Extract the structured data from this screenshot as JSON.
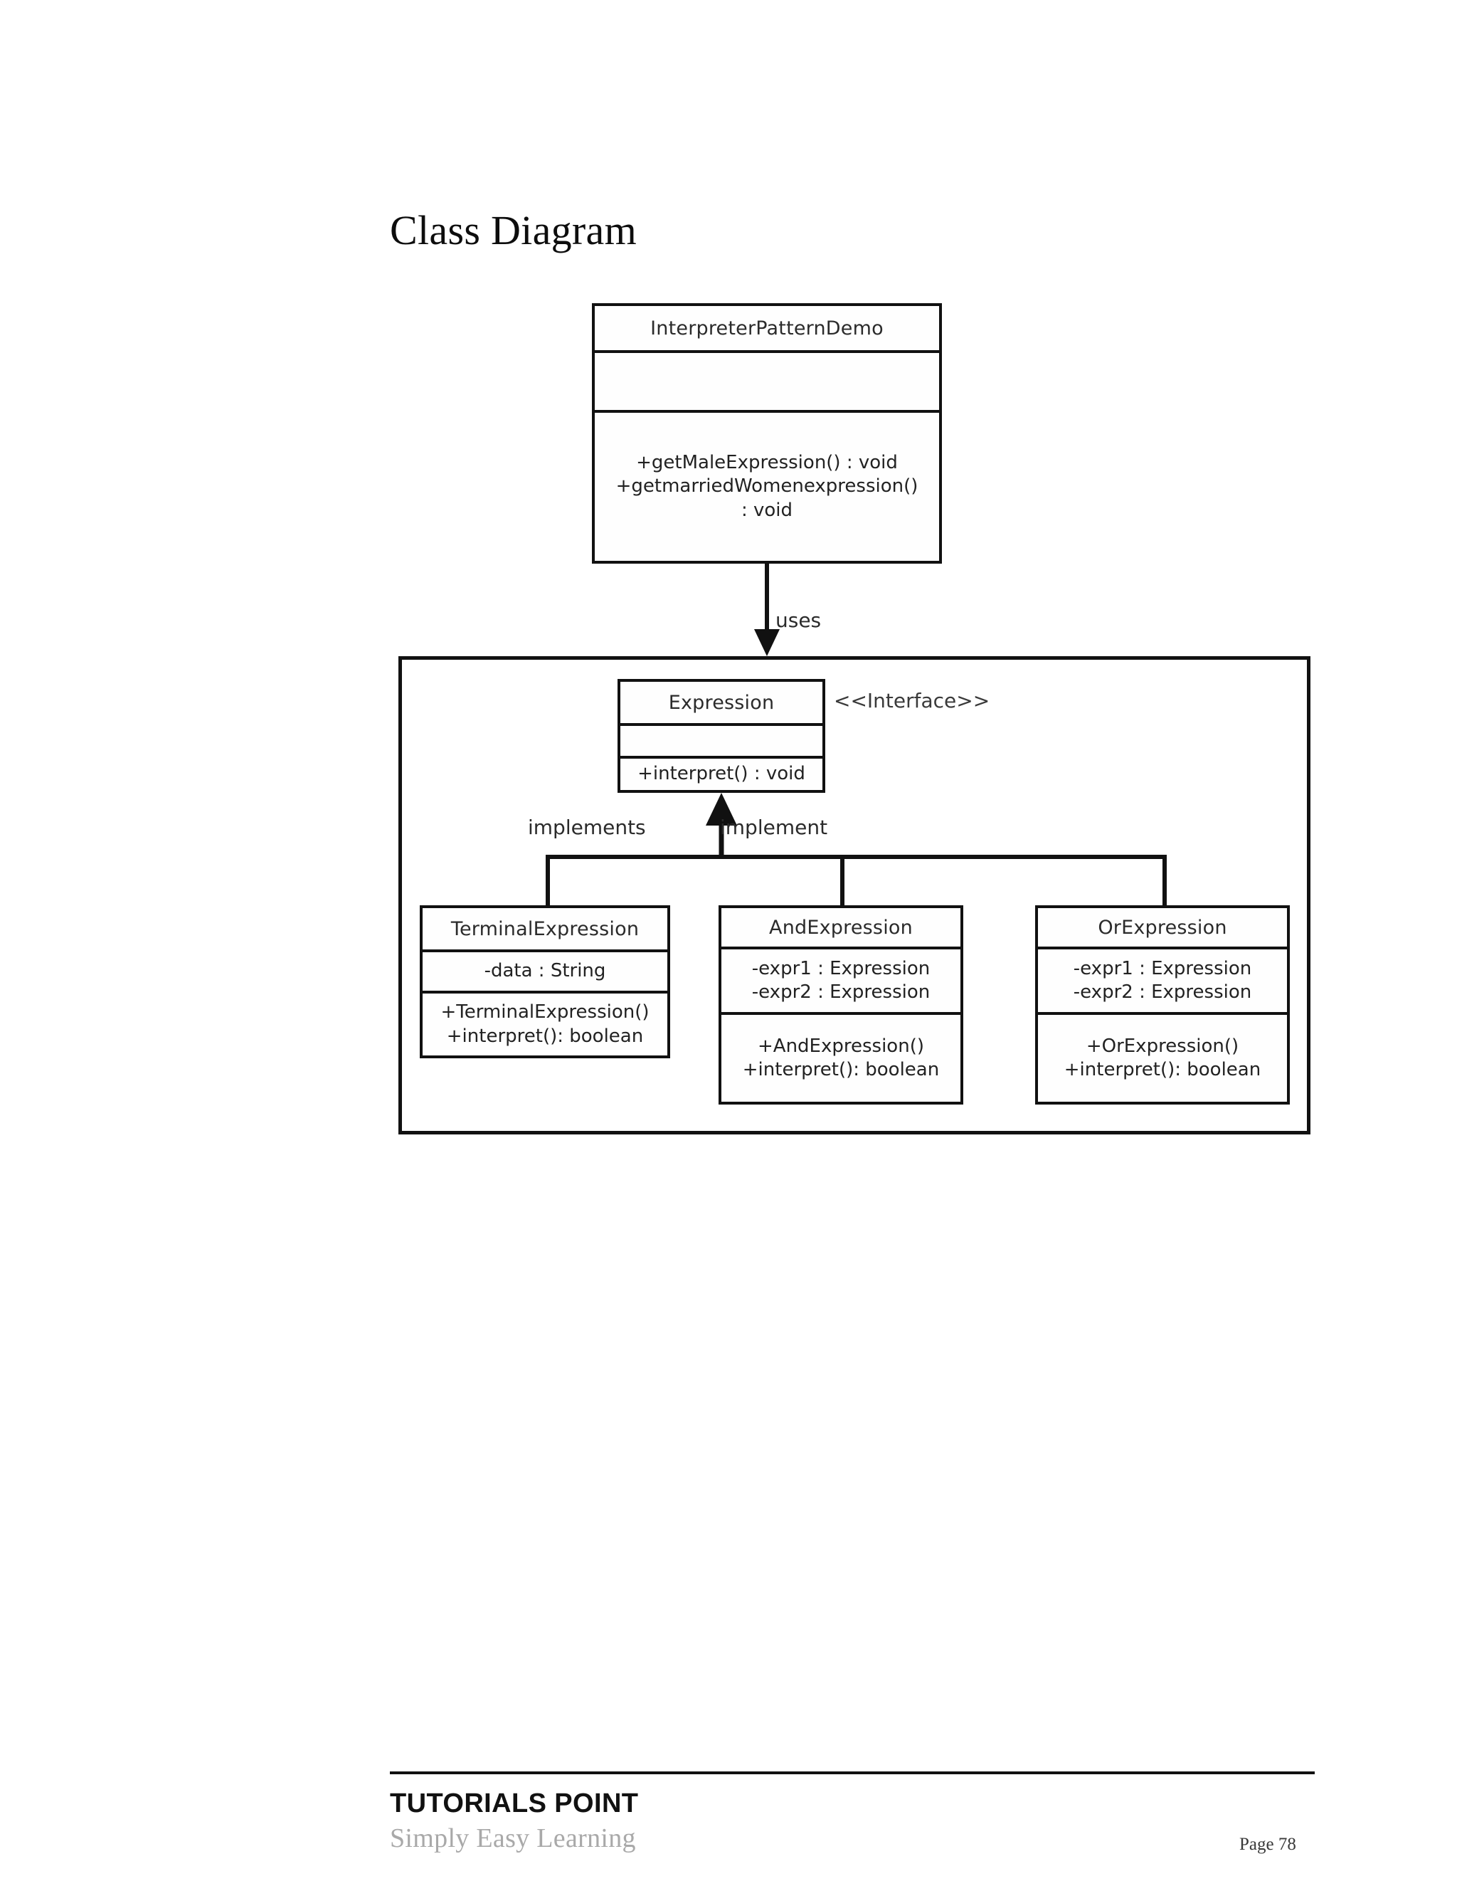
{
  "page": {
    "title": "Class Diagram"
  },
  "diagram": {
    "type": "uml-class-diagram",
    "classes": [
      {
        "id": "InterpreterPatternDemo",
        "name": "InterpreterPatternDemo",
        "stereotype": "",
        "attributes": [],
        "operations": [
          "+getMaleExpression()  : void",
          "+getmarriedWomenexpression()",
          ": void"
        ]
      },
      {
        "id": "Expression",
        "name": "Expression",
        "stereotype": "<<Interface>>",
        "attributes": [],
        "operations": [
          "+interpret() : void"
        ]
      },
      {
        "id": "TerminalExpression",
        "name": "TerminalExpression",
        "stereotype": "",
        "attributes": [
          "-data : String"
        ],
        "operations": [
          "+TerminalExpression()",
          "+interpret(): boolean"
        ]
      },
      {
        "id": "AndExpression",
        "name": "AndExpression",
        "stereotype": "",
        "attributes": [
          "-expr1 : Expression",
          "-expr2 : Expression"
        ],
        "operations": [
          "+AndExpression()",
          "+interpret(): boolean"
        ]
      },
      {
        "id": "OrExpression",
        "name": "OrExpression",
        "stereotype": "",
        "attributes": [
          "-expr1 : Expression",
          "-expr2 : Expression"
        ],
        "operations": [
          "+OrExpression()",
          "+interpret(): boolean"
        ]
      }
    ],
    "edges": [
      {
        "id": "uses",
        "label": "uses",
        "from": "InterpreterPatternDemo",
        "to": "Expression",
        "kind": "dependency-arrow"
      },
      {
        "id": "implements-left",
        "label": "implements",
        "from": "TerminalExpression",
        "to": "Expression",
        "kind": "realization"
      },
      {
        "id": "implement-right",
        "label": "implement",
        "from": "AndExpression",
        "to": "Expression",
        "kind": "realization"
      }
    ],
    "colors": {
      "stroke": "#111111",
      "box_fill": "#fefefe",
      "text": "#222222",
      "stereotype_text": "#3a3a3a"
    }
  },
  "footer": {
    "brand": "TUTORIALS POINT",
    "tagline": "Simply Easy Learning",
    "page_label": "Page 78"
  }
}
